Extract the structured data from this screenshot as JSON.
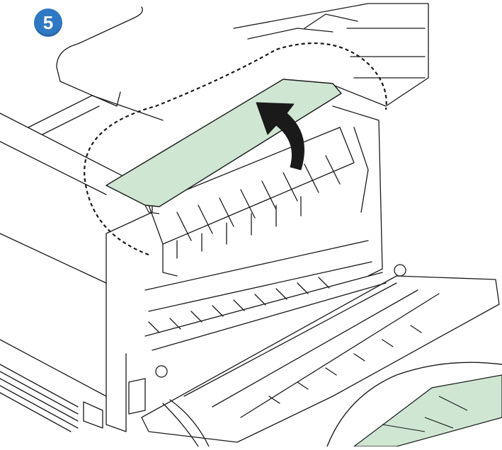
{
  "step": {
    "number": "5"
  },
  "colors": {
    "badge": "#2f78c4",
    "highlight_fill": "#cfe6d3",
    "line": "#1a1a1a"
  },
  "icons": [
    "curved-up-arrow-icon",
    "dashed-callout-outline",
    "magnified-inset"
  ]
}
